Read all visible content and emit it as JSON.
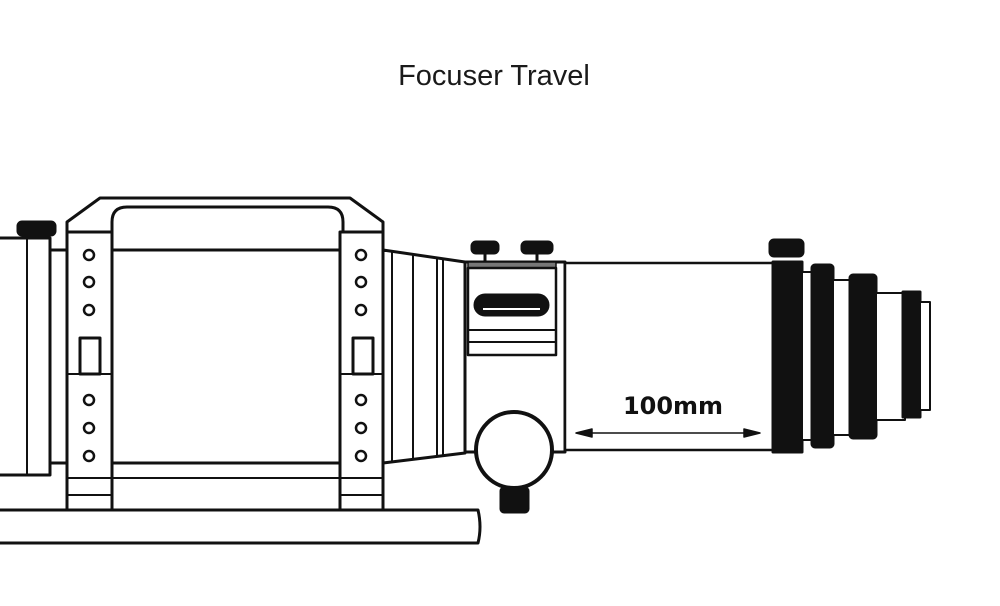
{
  "title": "Focuser Travel",
  "dimension": {
    "label": "100mm",
    "value_mm": 100
  },
  "colors": {
    "line": "#111111",
    "background": "#ffffff"
  }
}
